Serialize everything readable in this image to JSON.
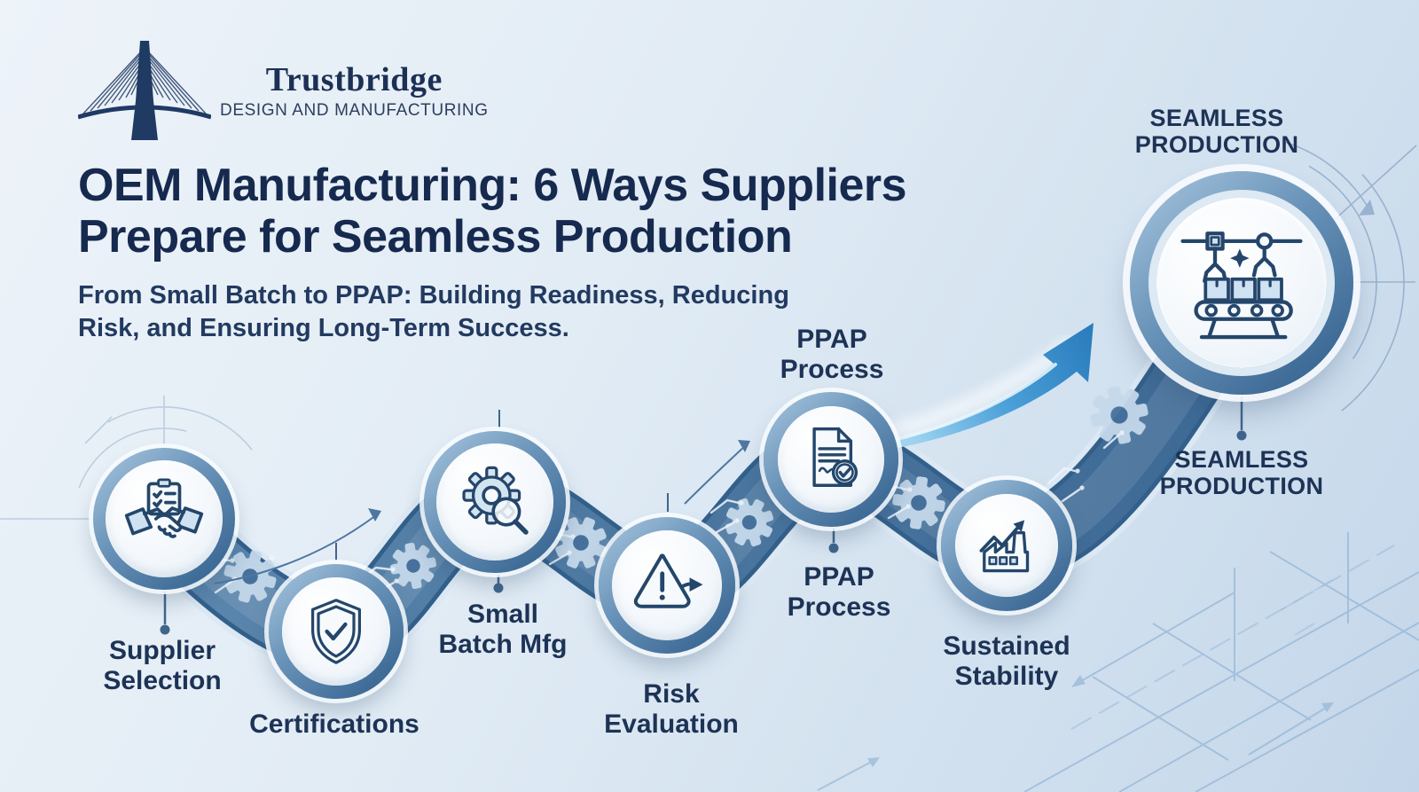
{
  "brand": {
    "name": "Trustbridge",
    "tagline": "DESIGN AND MANUFACTURING"
  },
  "header": {
    "title": "OEM Manufacturing: 6 Ways Suppliers Prepare for Seamless Production",
    "subtitle": "From Small Batch to PPAP: Building Readiness, Reducing Risk, and Ensuring Long-Term Success."
  },
  "steps": [
    {
      "id": "supplier-selection",
      "label": "Supplier\nSelection",
      "icon": "handshake-clipboard-icon"
    },
    {
      "id": "certifications",
      "label": "Certifications",
      "icon": "shield-check-icon"
    },
    {
      "id": "small-batch-mfg",
      "label": "Small\nBatch Mfg",
      "icon": "gear-magnifier-icon"
    },
    {
      "id": "risk-evaluation",
      "label": "Risk\nEvaluation",
      "icon": "warning-arrow-icon"
    },
    {
      "id": "ppap-process",
      "label_above": "PPAP\nProcess",
      "label": "PPAP\nProcess",
      "icon": "document-check-icon"
    },
    {
      "id": "sustained-stability",
      "label": "Sustained\nStability",
      "icon": "factory-growth-icon"
    },
    {
      "id": "seamless-production",
      "label_above": "SEAMLESS\nPRODUCTION",
      "label": "SEAMLESS\nPRODUCTION",
      "icon": "conveyor-robots-icon"
    }
  ],
  "colors": {
    "title_navy": "#16294e",
    "ribbon_blue": "#44719d",
    "node_ring_blue": "#2e5c8a",
    "accent_arrow_blue": "#2b7dbd",
    "background_light": "#dde9f4",
    "icon_stroke_navy": "#24466b"
  }
}
